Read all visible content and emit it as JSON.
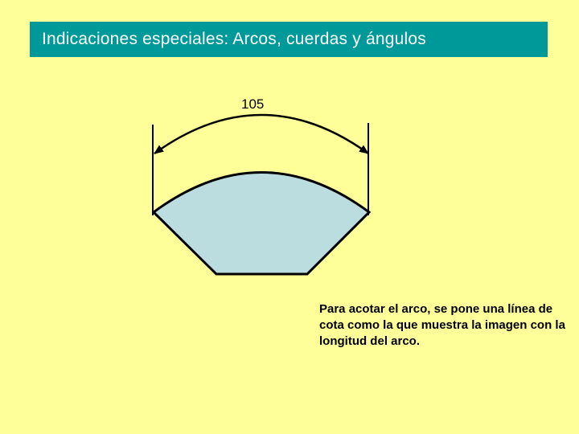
{
  "slide": {
    "title": "Indicaciones especiales: Arcos, cuerdas y ángulos",
    "caption": "Para acotar el arco, se pone una línea de cota como la que muestra la imagen con la longitud del arco."
  },
  "diagram": {
    "dimension_value": "105",
    "shape_fill": "#BBDDE0",
    "background": "#FFFF99",
    "title_bar_color": "#009999"
  }
}
